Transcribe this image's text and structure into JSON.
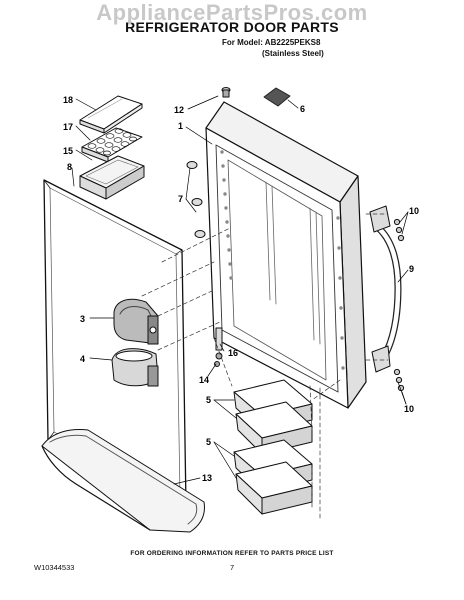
{
  "watermark": "AppliancePartsPros.com",
  "header": {
    "title": "REFRIGERATOR DOOR PARTS",
    "model_line": "For Model: AB2225PEKS8",
    "finish_line": "(Stainless Steel)"
  },
  "callouts": [
    "18",
    "17",
    "15",
    "8",
    "12",
    "1",
    "6",
    "7",
    "10",
    "9",
    "3",
    "4",
    "16",
    "14",
    "5",
    "5",
    "13",
    "10"
  ],
  "footer": {
    "order_info": "FOR ORDERING INFORMATION REFER TO PARTS PRICE LIST",
    "doc_number": "W10344533",
    "page_number": "7"
  }
}
